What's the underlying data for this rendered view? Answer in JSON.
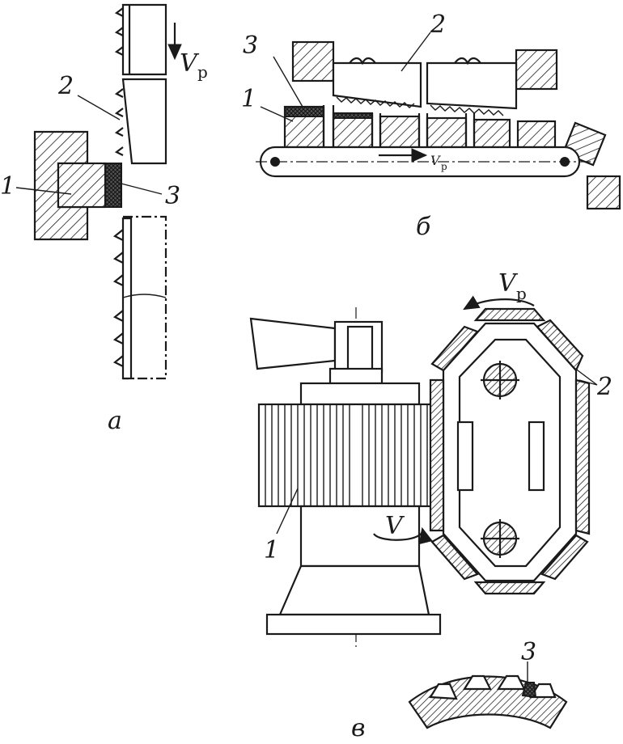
{
  "figure": {
    "panel_a": {
      "caption": "а",
      "velocity": {
        "symbol": "V",
        "subscript": "р"
      },
      "labels": {
        "workpiece": "1",
        "grinding_bar": "2",
        "coating": "3"
      }
    },
    "panel_b": {
      "caption": "б",
      "velocity": {
        "symbol": "V",
        "subscript": "р"
      },
      "labels": {
        "workpiece": "1",
        "grinding_bar": "2",
        "coating": "3"
      }
    },
    "panel_c": {
      "caption": "в",
      "velocity_chain": {
        "symbol": "V",
        "subscript": "р"
      },
      "velocity_rotation": {
        "symbol": "V"
      },
      "labels": {
        "workpiece": "1",
        "grinding_bar": "2",
        "coating": "3"
      }
    }
  }
}
